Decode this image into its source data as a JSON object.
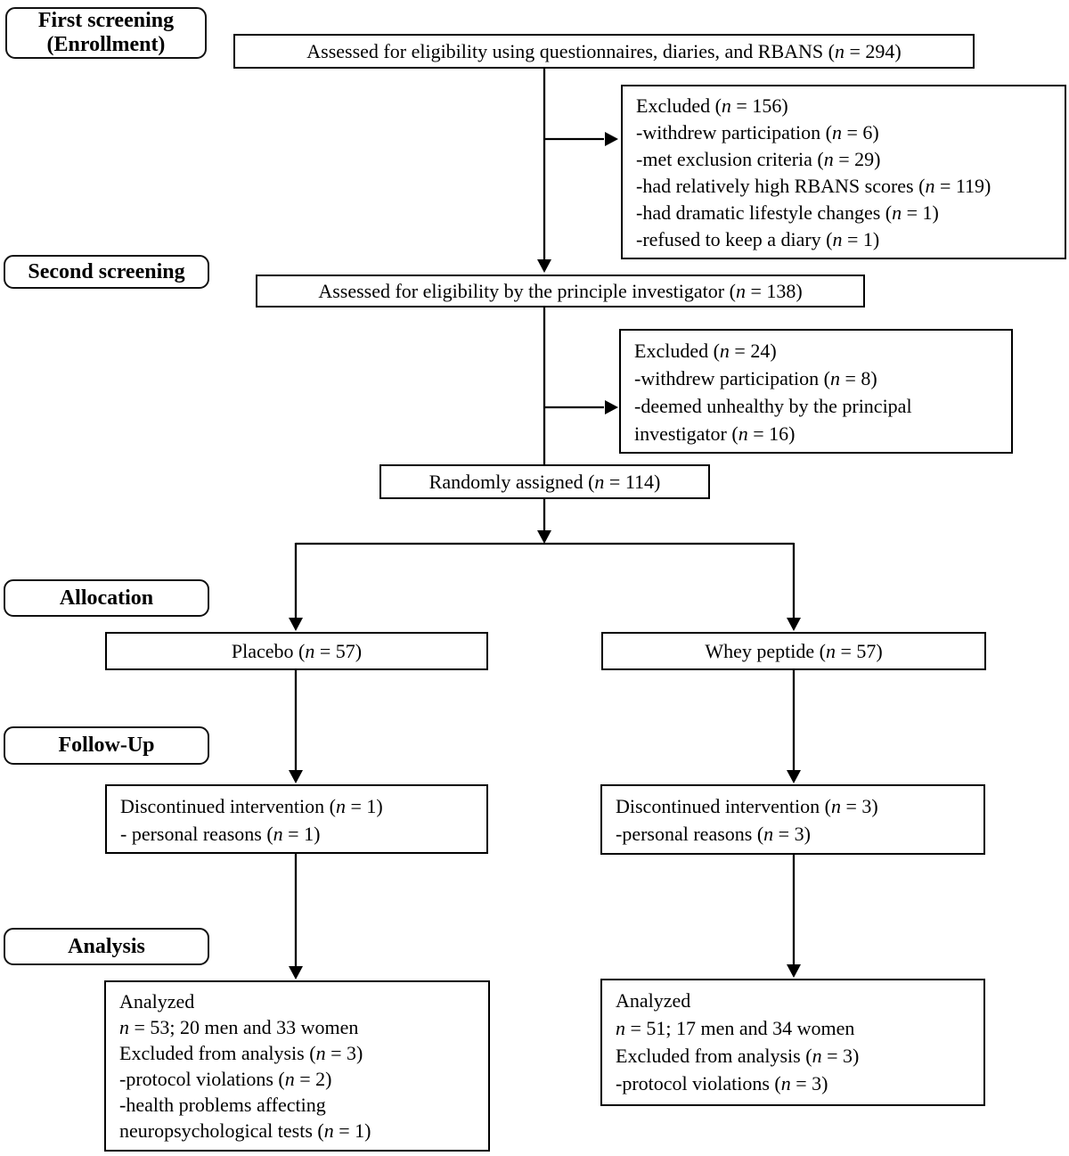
{
  "figure": {
    "background": "#ffffff",
    "line_color": "#000000"
  },
  "stage_labels": {
    "first_screening": {
      "line1": "First screening",
      "line2": "(Enrollment)"
    },
    "second_screening": {
      "label": "Second screening"
    },
    "allocation": {
      "label": "Allocation"
    },
    "follow_up": {
      "label": "Follow-Up"
    },
    "analysis": {
      "label": "Analysis"
    }
  },
  "boxes": {
    "assessed_first": {
      "text": "Assessed for eligibility using questionnaires, diaries, and RBANS (n = 294)"
    },
    "excluded_first": {
      "lines": [
        "Excluded (n = 156)",
        "-withdrew participation (n = 6)",
        "-met exclusion criteria (n = 29)",
        "-had relatively high RBANS scores (n = 119)",
        "-had dramatic lifestyle changes (n = 1)",
        "-refused to keep a diary (n = 1)"
      ]
    },
    "assessed_second": {
      "text": "Assessed for eligibility by the principle investigator (n = 138)"
    },
    "excluded_second": {
      "lines": [
        "Excluded (n = 24)",
        "-withdrew participation (n = 8)",
        "-deemed unhealthy by the principal investigator (n = 16)"
      ]
    },
    "randomized": {
      "text": "Randomly assigned (n = 114)"
    },
    "placebo": {
      "text": "Placebo (n = 57)"
    },
    "whey": {
      "text": "Whey peptide (n = 57)"
    },
    "discontinued_placebo": {
      "lines": [
        "Discontinued intervention (n = 1)",
        "- personal reasons (n = 1)"
      ]
    },
    "discontinued_whey": {
      "lines": [
        "Discontinued intervention (n = 3)",
        "-personal reasons (n = 3)"
      ]
    },
    "analyzed_placebo": {
      "lines": [
        "Analyzed",
        "n = 53; 20 men and 33 women",
        "Excluded from analysis (n = 3)",
        "-protocol violations (n = 2)",
        "-health problems affecting neuropsychological tests (n = 1)"
      ]
    },
    "analyzed_whey": {
      "lines": [
        "Analyzed",
        "n = 51; 17 men and 34 women",
        "Excluded from analysis (n = 3)",
        "-protocol violations (n = 3)"
      ]
    }
  }
}
